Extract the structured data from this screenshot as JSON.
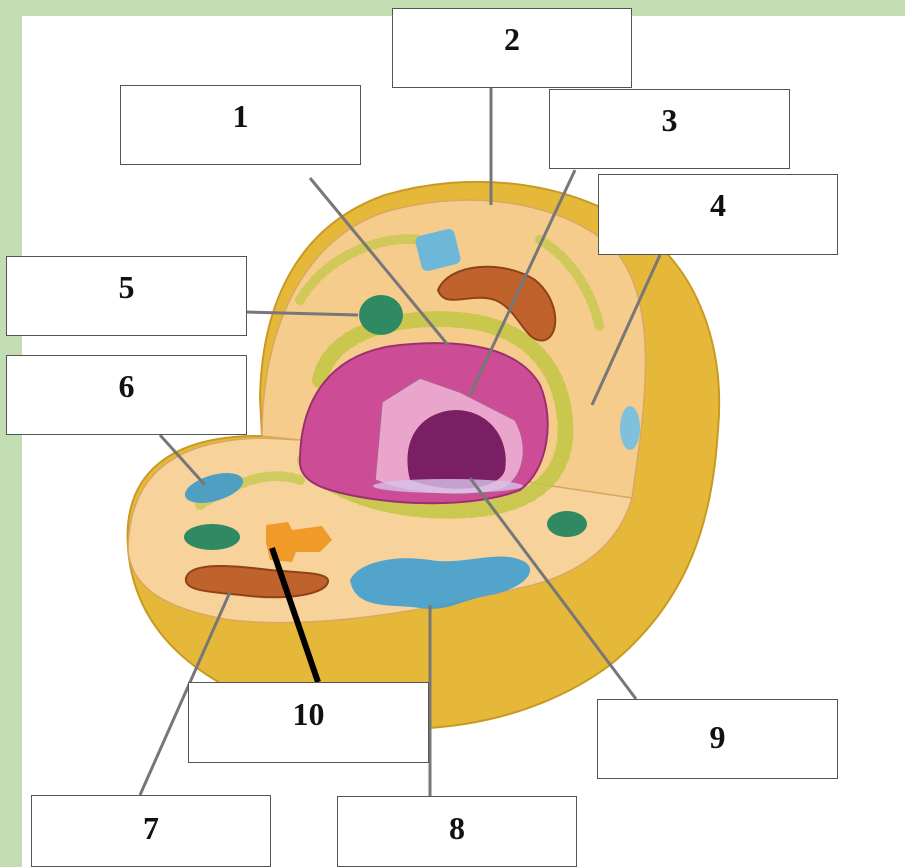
{
  "labels": [
    "1",
    "2",
    "3",
    "4",
    "5",
    "6",
    "7",
    "8",
    "9",
    "10"
  ],
  "colors": {
    "page_border": "#c3ddb3",
    "membrane": "#e6b83a",
    "cytoplasm": "#f6cc8c",
    "nucleus": "#cc4d96",
    "nucleolus": "#7a1f63",
    "golgi": "#3f9fd0",
    "mitochondrion": "#c0622c",
    "chloro_like_green": "#2f8a63",
    "vacuole_blue": "#6db8d8",
    "centriole_orange": "#f09a2a",
    "pointer_line": "#777777",
    "pointer_line_bold": "#000000"
  }
}
